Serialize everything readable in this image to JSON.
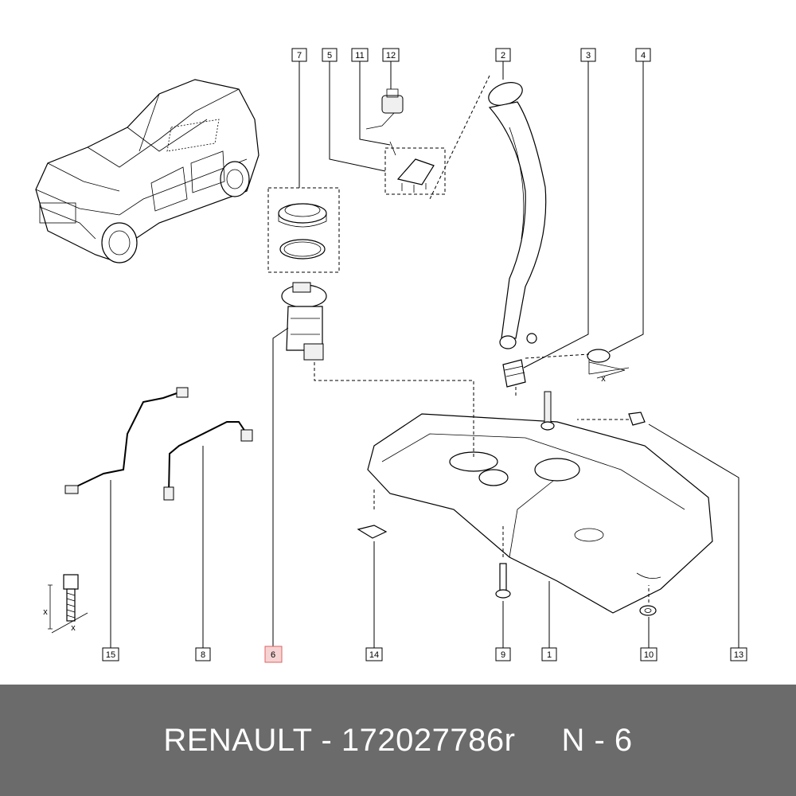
{
  "callouts": [
    {
      "id": "7",
      "highlight": false
    },
    {
      "id": "5",
      "highlight": false
    },
    {
      "id": "11",
      "highlight": false
    },
    {
      "id": "12",
      "highlight": false
    },
    {
      "id": "2",
      "highlight": false
    },
    {
      "id": "3",
      "highlight": false
    },
    {
      "id": "4",
      "highlight": false
    },
    {
      "id": "15",
      "highlight": false
    },
    {
      "id": "8",
      "highlight": false
    },
    {
      "id": "6",
      "highlight": true
    },
    {
      "id": "14",
      "highlight": false
    },
    {
      "id": "9",
      "highlight": false
    },
    {
      "id": "1",
      "highlight": false
    },
    {
      "id": "10",
      "highlight": false
    },
    {
      "id": "13",
      "highlight": false
    }
  ],
  "dimension_marks": {
    "x": "x"
  },
  "footer": {
    "text": "RENAULT - 172027786r     N - 6"
  },
  "colors": {
    "footer_bg": "#6b6b6b",
    "highlight": "#e06060"
  }
}
